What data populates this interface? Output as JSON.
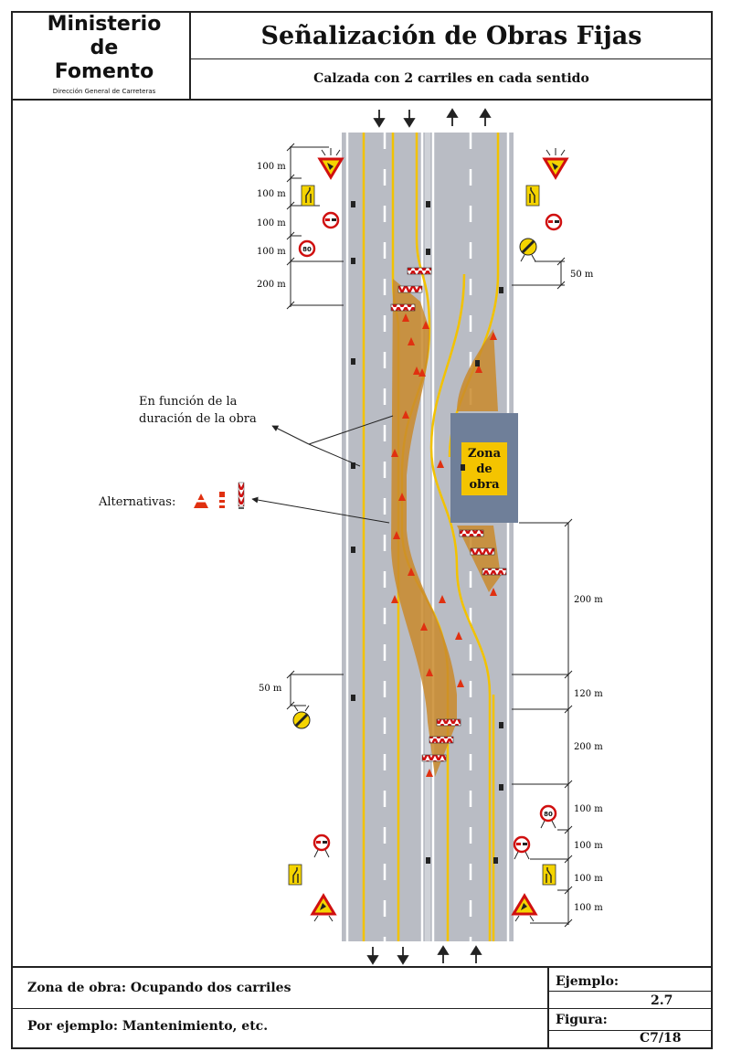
{
  "header": {
    "ministry_line1": "Ministerio",
    "ministry_line2": "de",
    "ministry_line3": "Fomento",
    "ministry_sub": "Dirección General de Carreteras",
    "title": "Señalización de Obras Fijas",
    "subtitle": "Calzada con 2 carriles en cada sentido"
  },
  "diagram": {
    "work_zone_line1": "Zona",
    "work_zone_line2": "de",
    "work_zone_line3": "obra",
    "label_duration_1": "En función de la",
    "label_duration_2": "duración de la obra",
    "label_alternatives": "Alternativas:",
    "dims_left_top": [
      "100 m",
      "100 m",
      "100 m",
      "100 m",
      "200 m"
    ],
    "dim_right_top": "50 m",
    "dim_left_bottom": "50 m",
    "dims_right_bottom": [
      "200 m",
      "120 m",
      "200 m",
      "100 m",
      "100 m",
      "100 m",
      "100 m"
    ],
    "sign_speed_80": "80",
    "colors": {
      "road": "#b9bcc4",
      "line": "#f2c200",
      "taper": "#c98a2c",
      "zone": "#6f7f99",
      "zone_label_bg": "#f4c400"
    }
  },
  "footer": {
    "zone_text": "Zona de obra: Ocupando dos carriles",
    "example_text": "Por ejemplo: Mantenimiento, etc.",
    "ejemplo_label": "Ejemplo:",
    "ejemplo_value": "2.7",
    "figura_label": "Figura:",
    "figura_value": "C7/18"
  }
}
